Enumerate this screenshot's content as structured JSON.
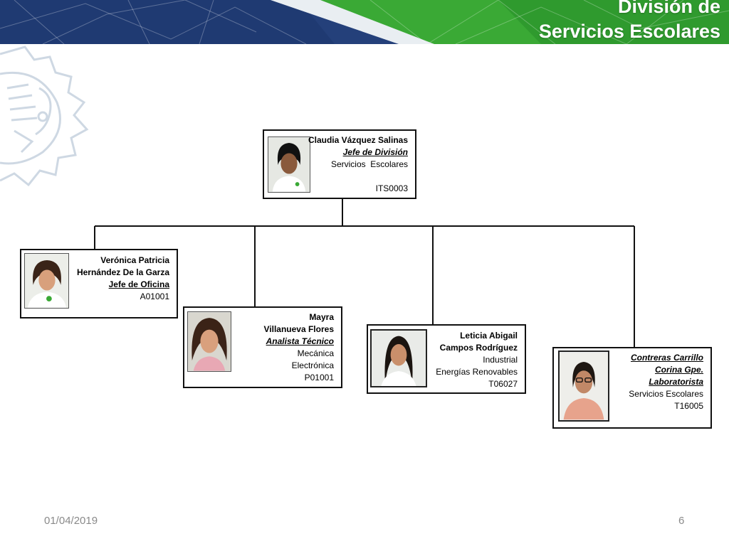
{
  "header": {
    "title_line1": "División de",
    "title_line2": "Servicios Escolares"
  },
  "org_chart": {
    "root": {
      "name": "Claudia Vázquez Salinas",
      "role": "Jefe de División",
      "department": "Servicios  Escolares",
      "code": "ITS0003"
    },
    "members": [
      {
        "name_line1": "Verónica Patricia",
        "name_line2": "Hernández De la Garza",
        "role": "Jefe de Oficina",
        "code": "A01001"
      },
      {
        "name_line1": "Mayra",
        "name_line2": "Villanueva Flores",
        "role": "Analista Técnico",
        "dept_line1": "Mecánica",
        "dept_line2": "Electrónica",
        "code": "P01001"
      },
      {
        "name_line1": "Leticia Abigail",
        "name_line2": "Campos Rodríguez",
        "dept_line1": "Industrial",
        "dept_line2": "Energías Renovables",
        "code": "T06027"
      },
      {
        "name_line1": "Contreras Carrillo",
        "name_line2": "Corina Gpe.",
        "role": "Laboratorista",
        "department": "Servicios Escolares",
        "code": "T16005"
      }
    ]
  },
  "footer": {
    "date": "01/04/2019",
    "page_number": "6"
  },
  "colors": {
    "banner_blue": "#24407a",
    "banner_green": "#3aa935",
    "footer_text": "#8a8a8a"
  }
}
